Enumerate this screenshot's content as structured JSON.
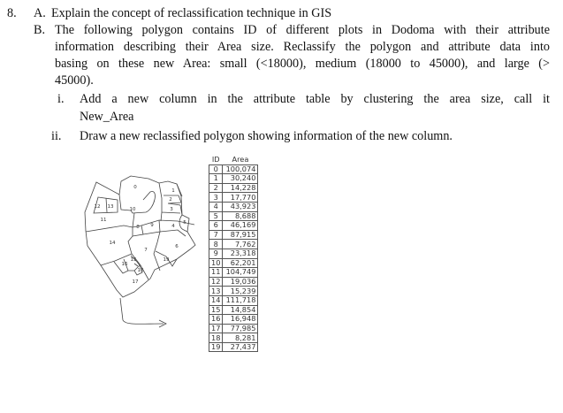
{
  "question": {
    "number": "8.",
    "a_label": "A.",
    "a_text": "Explain the concept of reclassification technique in GIS",
    "b_label": "B.",
    "b_lines": [
      "The following polygon contains ID of different plots in Dodoma with their attribute",
      "information describing their Area size. Reclassify the polygon and attribute data into",
      "basing on these new Area:  small (<18000), medium (18000 to 45000), and large (>",
      "45000)."
    ],
    "i_label": "i.",
    "i_lines": [
      "Add a new column in the attribute table by clustering the area size, call it",
      "New_Area"
    ],
    "ii_label": "ii.",
    "ii_text": "Draw a new reclassified polygon showing information of the new column."
  },
  "map": {
    "labels": [
      "0",
      "1",
      "2",
      "3",
      "4",
      "5",
      "6",
      "7",
      "8",
      "9",
      "10",
      "11",
      "12",
      "13",
      "14",
      "15",
      "16",
      "17",
      "18",
      "19"
    ]
  },
  "table": {
    "headers": [
      "ID",
      "Area"
    ],
    "rows": [
      [
        "0",
        "100,074"
      ],
      [
        "1",
        "30,240"
      ],
      [
        "2",
        "14,228"
      ],
      [
        "3",
        "17,770"
      ],
      [
        "4",
        "43,923"
      ],
      [
        "5",
        "8,688"
      ],
      [
        "6",
        "46,169"
      ],
      [
        "7",
        "87,915"
      ],
      [
        "8",
        "7,762"
      ],
      [
        "9",
        "23,318"
      ],
      [
        "10",
        "62,201"
      ],
      [
        "11",
        "104,749"
      ],
      [
        "12",
        "19,036"
      ],
      [
        "13",
        "15,239"
      ],
      [
        "14",
        "111,718"
      ],
      [
        "15",
        "14,854"
      ],
      [
        "16",
        "16,948"
      ],
      [
        "17",
        "77,985"
      ],
      [
        "18",
        "8,281"
      ],
      [
        "19",
        "27,437"
      ]
    ]
  }
}
